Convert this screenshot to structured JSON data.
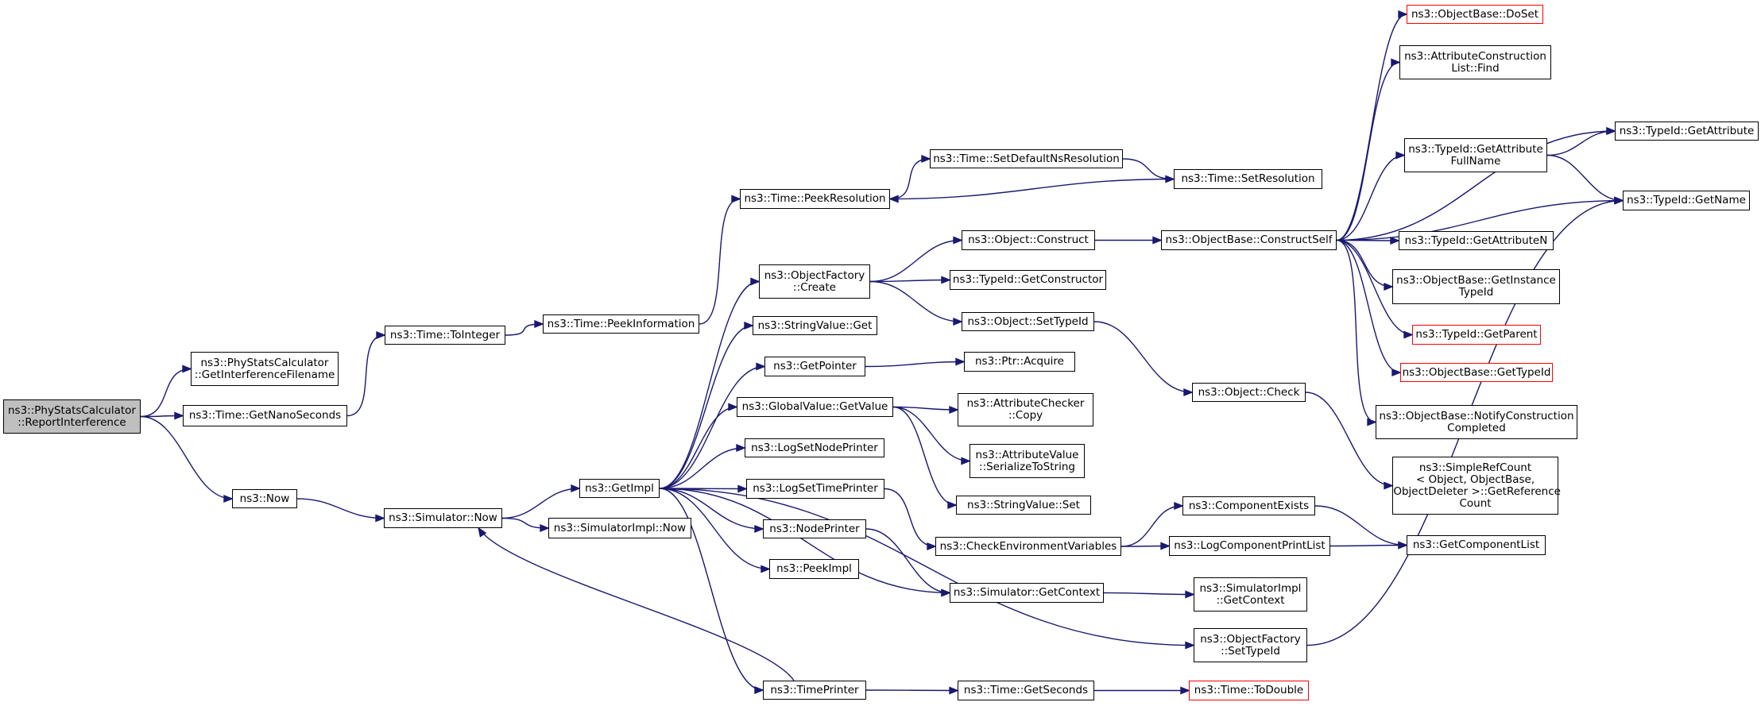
{
  "colors": {
    "edge": "#191970",
    "node_border": "#000000",
    "node_border_truncated": "#ff0000",
    "root_fill": "#bfbfbf"
  },
  "nodes": [
    {
      "id": "report_interference",
      "label": "ns3::PhyStatsCalculator\n::ReportInterference",
      "root": true
    },
    {
      "id": "get_interference_filename",
      "label": "ns3::PhyStatsCalculator\n::GetInterferenceFilename"
    },
    {
      "id": "get_nano_seconds",
      "label": "ns3::Time::GetNanoSeconds"
    },
    {
      "id": "now",
      "label": "ns3::Now"
    },
    {
      "id": "to_integer",
      "label": "ns3::Time::ToInteger"
    },
    {
      "id": "peek_information",
      "label": "ns3::Time::PeekInformation"
    },
    {
      "id": "peek_resolution",
      "label": "ns3::Time::PeekResolution"
    },
    {
      "id": "set_default_ns_resolution",
      "label": "ns3::Time::SetDefaultNsResolution"
    },
    {
      "id": "set_resolution",
      "label": "ns3::Time::SetResolution"
    },
    {
      "id": "simulator_now",
      "label": "ns3::Simulator::Now"
    },
    {
      "id": "get_impl",
      "label": "ns3::GetImpl"
    },
    {
      "id": "simulator_impl_now",
      "label": "ns3::SimulatorImpl::Now"
    },
    {
      "id": "object_factory_create",
      "label": "ns3::ObjectFactory\n::Create"
    },
    {
      "id": "string_value_get",
      "label": "ns3::StringValue::Get"
    },
    {
      "id": "get_pointer",
      "label": "ns3::GetPointer"
    },
    {
      "id": "global_value_get_value",
      "label": "ns3::GlobalValue::GetValue"
    },
    {
      "id": "log_set_node_printer",
      "label": "ns3::LogSetNodePrinter"
    },
    {
      "id": "log_set_time_printer",
      "label": "ns3::LogSetTimePrinter"
    },
    {
      "id": "node_printer",
      "label": "ns3::NodePrinter"
    },
    {
      "id": "peek_impl",
      "label": "ns3::PeekImpl"
    },
    {
      "id": "time_printer",
      "label": "ns3::TimePrinter"
    },
    {
      "id": "object_construct",
      "label": "ns3::Object::Construct"
    },
    {
      "id": "typeid_get_constructor",
      "label": "ns3::TypeId::GetConstructor"
    },
    {
      "id": "object_set_type_id",
      "label": "ns3::Object::SetTypeId"
    },
    {
      "id": "ptr_acquire",
      "label": "ns3::Ptr::Acquire"
    },
    {
      "id": "attribute_checker_copy",
      "label": "ns3::AttributeChecker\n::Copy"
    },
    {
      "id": "attribute_value_serialize",
      "label": "ns3::AttributeValue\n::SerializeToString"
    },
    {
      "id": "string_value_set",
      "label": "ns3::StringValue::Set"
    },
    {
      "id": "check_environment_variables",
      "label": "ns3::CheckEnvironmentVariables"
    },
    {
      "id": "simulator_get_context",
      "label": "ns3::Simulator::GetContext"
    },
    {
      "id": "time_get_seconds",
      "label": "ns3::Time::GetSeconds"
    },
    {
      "id": "object_base_construct_self",
      "label": "ns3::ObjectBase::ConstructSelf"
    },
    {
      "id": "object_check",
      "label": "ns3::Object::Check"
    },
    {
      "id": "component_exists",
      "label": "ns3::ComponentExists"
    },
    {
      "id": "log_component_print_list",
      "label": "ns3::LogComponentPrintList"
    },
    {
      "id": "simulator_impl_get_context",
      "label": "ns3::SimulatorImpl\n::GetContext"
    },
    {
      "id": "object_factory_set_type_id",
      "label": "ns3::ObjectFactory\n::SetTypeId"
    },
    {
      "id": "time_to_double",
      "label": "ns3::Time::ToDouble",
      "truncated": true
    },
    {
      "id": "object_base_do_set",
      "label": "ns3::ObjectBase::DoSet",
      "truncated": true
    },
    {
      "id": "attribute_construction_list_find",
      "label": "ns3::AttributeConstruction\nList::Find"
    },
    {
      "id": "typeid_get_attribute_full_name",
      "label": "ns3::TypeId::GetAttribute\nFullName"
    },
    {
      "id": "typeid_get_attribute",
      "label": "ns3::TypeId::GetAttribute"
    },
    {
      "id": "typeid_get_name",
      "label": "ns3::TypeId::GetName"
    },
    {
      "id": "typeid_get_attribute_n",
      "label": "ns3::TypeId::GetAttributeN"
    },
    {
      "id": "object_base_get_instance_type_id",
      "label": "ns3::ObjectBase::GetInstance\nTypeId"
    },
    {
      "id": "typeid_get_parent",
      "label": "ns3::TypeId::GetParent",
      "truncated": true
    },
    {
      "id": "object_base_get_type_id",
      "label": "ns3::ObjectBase::GetTypeId",
      "truncated": true
    },
    {
      "id": "object_base_notify_construction_completed",
      "label": "ns3::ObjectBase::NotifyConstruction\nCompleted"
    },
    {
      "id": "simple_ref_count_get_reference_count",
      "label": "ns3::SimpleRefCount\n< Object, ObjectBase,\n ObjectDeleter >::GetReference\nCount"
    },
    {
      "id": "get_component_list",
      "label": "ns3::GetComponentList"
    }
  ],
  "edges": [
    [
      "report_interference",
      "get_interference_filename"
    ],
    [
      "report_interference",
      "get_nano_seconds"
    ],
    [
      "report_interference",
      "now"
    ],
    [
      "get_nano_seconds",
      "to_integer"
    ],
    [
      "to_integer",
      "peek_information"
    ],
    [
      "peek_information",
      "peek_resolution"
    ],
    [
      "peek_resolution",
      "set_default_ns_resolution"
    ],
    [
      "set_default_ns_resolution",
      "set_resolution"
    ],
    [
      "set_resolution",
      "peek_resolution"
    ],
    [
      "now",
      "simulator_now"
    ],
    [
      "simulator_now",
      "get_impl"
    ],
    [
      "simulator_now",
      "simulator_impl_now"
    ],
    [
      "get_impl",
      "object_factory_create"
    ],
    [
      "get_impl",
      "string_value_get"
    ],
    [
      "get_impl",
      "get_pointer"
    ],
    [
      "get_impl",
      "global_value_get_value"
    ],
    [
      "get_impl",
      "log_set_node_printer"
    ],
    [
      "get_impl",
      "log_set_time_printer"
    ],
    [
      "get_impl",
      "node_printer"
    ],
    [
      "get_impl",
      "peek_impl"
    ],
    [
      "get_impl",
      "time_printer"
    ],
    [
      "get_impl",
      "simulator_get_context"
    ],
    [
      "get_impl",
      "object_factory_set_type_id"
    ],
    [
      "time_printer",
      "simulator_now"
    ],
    [
      "time_printer",
      "time_get_seconds"
    ],
    [
      "time_get_seconds",
      "time_to_double"
    ],
    [
      "object_factory_create",
      "object_construct"
    ],
    [
      "object_factory_create",
      "typeid_get_constructor"
    ],
    [
      "object_factory_create",
      "object_set_type_id"
    ],
    [
      "get_pointer",
      "ptr_acquire"
    ],
    [
      "global_value_get_value",
      "attribute_checker_copy"
    ],
    [
      "global_value_get_value",
      "attribute_value_serialize"
    ],
    [
      "global_value_get_value",
      "string_value_set"
    ],
    [
      "log_set_time_printer",
      "check_environment_variables"
    ],
    [
      "node_printer",
      "simulator_get_context"
    ],
    [
      "object_construct",
      "object_base_construct_self"
    ],
    [
      "object_set_type_id",
      "object_check"
    ],
    [
      "check_environment_variables",
      "component_exists"
    ],
    [
      "check_environment_variables",
      "log_component_print_list"
    ],
    [
      "simulator_get_context",
      "simulator_impl_get_context"
    ],
    [
      "object_base_construct_self",
      "object_base_do_set"
    ],
    [
      "object_base_construct_self",
      "attribute_construction_list_find"
    ],
    [
      "object_base_construct_self",
      "typeid_get_attribute_full_name"
    ],
    [
      "object_base_construct_self",
      "typeid_get_attribute"
    ],
    [
      "object_base_construct_self",
      "typeid_get_name"
    ],
    [
      "object_base_construct_self",
      "typeid_get_attribute_n"
    ],
    [
      "object_base_construct_self",
      "object_base_get_instance_type_id"
    ],
    [
      "object_base_construct_self",
      "typeid_get_parent"
    ],
    [
      "object_base_construct_self",
      "object_base_get_type_id"
    ],
    [
      "object_base_construct_self",
      "object_base_notify_construction_completed"
    ],
    [
      "typeid_get_attribute_full_name",
      "typeid_get_attribute"
    ],
    [
      "typeid_get_attribute_full_name",
      "typeid_get_name"
    ],
    [
      "object_check",
      "simple_ref_count_get_reference_count"
    ],
    [
      "component_exists",
      "get_component_list"
    ],
    [
      "log_component_print_list",
      "get_component_list"
    ],
    [
      "object_factory_set_type_id",
      "typeid_get_name"
    ]
  ]
}
